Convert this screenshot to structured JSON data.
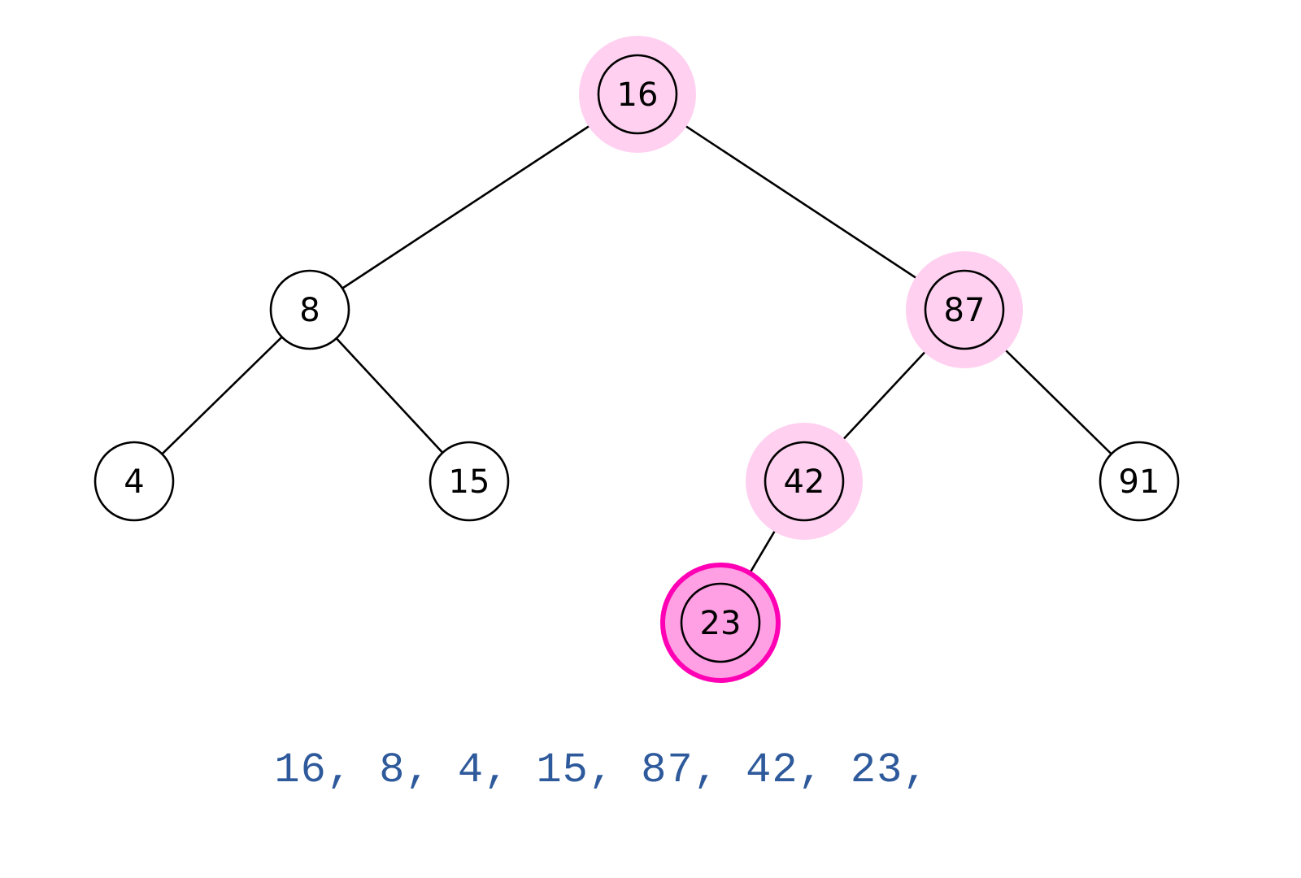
{
  "tree": {
    "nodes": [
      {
        "id": "n16",
        "label": "16",
        "state": "path"
      },
      {
        "id": "n8",
        "label": "8",
        "state": "normal"
      },
      {
        "id": "n87",
        "label": "87",
        "state": "path"
      },
      {
        "id": "n4",
        "label": "4",
        "state": "normal"
      },
      {
        "id": "n15",
        "label": "15",
        "state": "normal"
      },
      {
        "id": "n42",
        "label": "42",
        "state": "path"
      },
      {
        "id": "n91",
        "label": "91",
        "state": "normal"
      },
      {
        "id": "n23",
        "label": "23",
        "state": "current"
      }
    ],
    "edges": [
      {
        "from": "n16",
        "to": "n8"
      },
      {
        "from": "n16",
        "to": "n87"
      },
      {
        "from": "n8",
        "to": "n4"
      },
      {
        "from": "n8",
        "to": "n15"
      },
      {
        "from": "n87",
        "to": "n42"
      },
      {
        "from": "n87",
        "to": "n91"
      },
      {
        "from": "n42",
        "to": "n23"
      }
    ]
  },
  "traversal": {
    "text": "16, 8, 4, 15, 87, 42, 23,"
  },
  "colors": {
    "path_halo": "#ffd0f0",
    "current_fill": "#ff9fe4",
    "current_ring": "#ff00b4",
    "traversal_text": "#2e5a9c"
  }
}
